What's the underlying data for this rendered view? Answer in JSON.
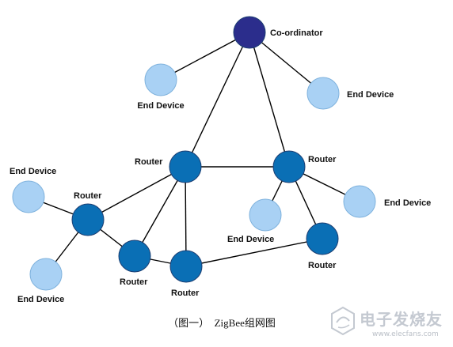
{
  "nodes": [
    {
      "id": "coordinator",
      "kind": "coordinator",
      "label": "Co-ordinator"
    },
    {
      "id": "ed_left_top",
      "kind": "end-device",
      "label": "End Device"
    },
    {
      "id": "ed_right_top",
      "kind": "end-device",
      "label": "End Device"
    },
    {
      "id": "router_l",
      "kind": "router",
      "label": "Router"
    },
    {
      "id": "router_r",
      "kind": "router",
      "label": "Router"
    },
    {
      "id": "ed_far_left",
      "kind": "end-device",
      "label": "End Device"
    },
    {
      "id": "router_left",
      "kind": "router",
      "label": "Router"
    },
    {
      "id": "ed_mid_right",
      "kind": "end-device",
      "label": "End Device"
    },
    {
      "id": "ed_right",
      "kind": "end-device",
      "label": "End Device"
    },
    {
      "id": "router_br",
      "kind": "router",
      "label": "Router"
    },
    {
      "id": "ed_bottom_left",
      "kind": "end-device",
      "label": "End Device"
    },
    {
      "id": "router_bl",
      "kind": "router",
      "label": "Router"
    },
    {
      "id": "router_bc",
      "kind": "router",
      "label": "Router"
    }
  ],
  "edges": [
    [
      "coordinator",
      "ed_left_top"
    ],
    [
      "coordinator",
      "ed_right_top"
    ],
    [
      "coordinator",
      "router_l"
    ],
    [
      "coordinator",
      "router_r"
    ],
    [
      "router_l",
      "router_r"
    ],
    [
      "router_l",
      "router_left"
    ],
    [
      "router_l",
      "router_bl"
    ],
    [
      "router_l",
      "router_bc"
    ],
    [
      "router_r",
      "ed_mid_right"
    ],
    [
      "router_r",
      "ed_right"
    ],
    [
      "router_r",
      "router_br"
    ],
    [
      "router_left",
      "ed_far_left"
    ],
    [
      "router_left",
      "ed_bottom_left"
    ],
    [
      "router_left",
      "router_bl"
    ],
    [
      "router_bl",
      "router_bc"
    ],
    [
      "router_bc",
      "router_br"
    ]
  ],
  "colors": {
    "coordinator": "#2b2d8c",
    "router": "#0a6fb5",
    "end_device": "#a9d1f4",
    "link": "#000000"
  },
  "caption": "（图一）  ZigBee组网图",
  "watermark": {
    "name": "电子发烧友",
    "url": "www.elecfans.com",
    "icon": "elecfans-logo-icon"
  }
}
